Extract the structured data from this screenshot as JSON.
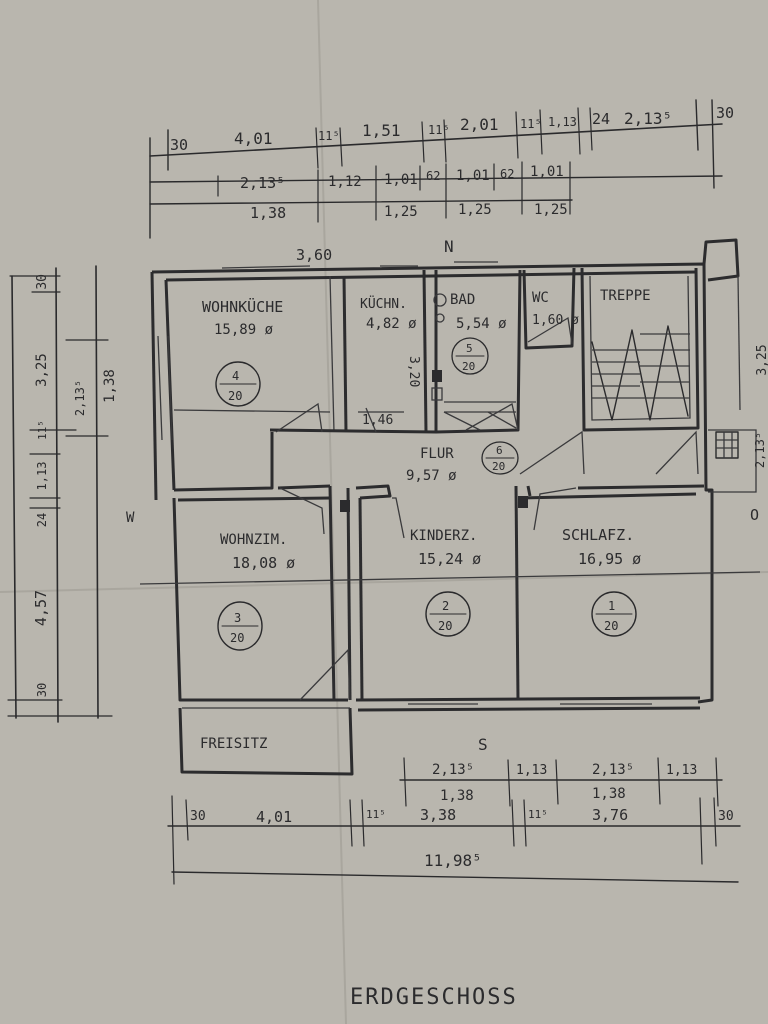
{
  "title": "ERDGESCHOSS",
  "compass": {
    "north": "N",
    "south": "S",
    "west": "W",
    "east": "O"
  },
  "rooms": [
    {
      "name": "WOHNKÜCHE",
      "area": "15,89 ø",
      "mark_num": "4",
      "mark_den": "20"
    },
    {
      "name": "KÜCHN.",
      "area": "4,82 ø"
    },
    {
      "name": "BAD",
      "area": "5,54 ø",
      "mark_num": "5",
      "mark_den": "20"
    },
    {
      "name": "WC",
      "area": "1,60 ø"
    },
    {
      "name": "TREPPE"
    },
    {
      "name": "FLUR",
      "area": "9,57 ø",
      "mark_num": "6",
      "mark_den": "20"
    },
    {
      "name": "WOHNZIM.",
      "area": "18,08 ø",
      "mark_num": "3",
      "mark_den": "20"
    },
    {
      "name": "KINDERZ.",
      "area": "15,24 ø",
      "mark_num": "2",
      "mark_den": "20"
    },
    {
      "name": "SCHLAFZ.",
      "area": "16,95 ø",
      "mark_num": "1",
      "mark_den": "20"
    },
    {
      "name": "FREISITZ"
    }
  ],
  "dims_top_row1": [
    "30",
    "4,01",
    "11⁵",
    "1,51",
    "11⁵",
    "2,01",
    "11⁵",
    "1,13",
    "24",
    "2,13⁵",
    "30"
  ],
  "dims_top_row2": [
    "2,13⁵",
    "1,12",
    "1,01",
    "62",
    "1,01",
    "62",
    "1,01"
  ],
  "dims_top_row3": [
    "1,38",
    "1,25",
    "1,25",
    "1,25"
  ],
  "dims_inner": [
    "3,60",
    "3,20",
    "1,46"
  ],
  "dims_left_outer": [
    "30",
    "3,25",
    "11⁵",
    "1,13",
    "24",
    "4,57",
    "30"
  ],
  "dims_left_inner": [
    "2,13⁵",
    "1,38"
  ],
  "dims_bottom_row1": [
    "2,13⁵",
    "1,13",
    "2,13⁵",
    "1,13"
  ],
  "dims_bottom_row2": [
    "1,38",
    "1,38"
  ],
  "dims_bottom_row3": [
    "30",
    "4,01",
    "11⁵",
    "3,38",
    "11⁵",
    "3,76",
    "30"
  ],
  "dims_total": "11,98⁵",
  "dims_right_edge": [
    "3,25",
    "2,13⁵"
  ]
}
